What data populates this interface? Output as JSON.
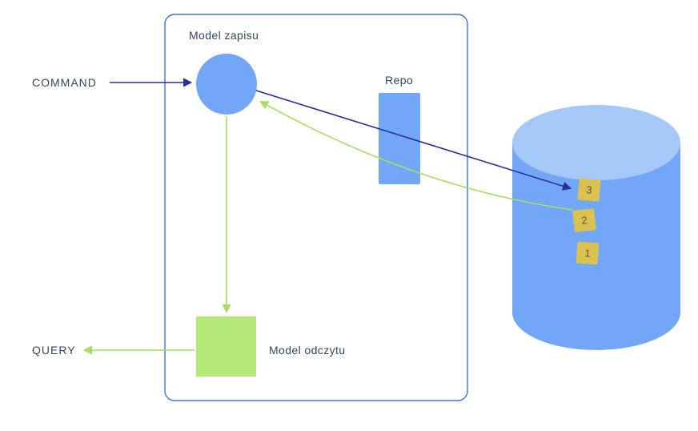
{
  "diagram": {
    "labels": {
      "command": "COMMAND",
      "query": "QUERY",
      "write_model": "Model zapisu",
      "read_model": "Model odczytu",
      "repo": "Repo"
    },
    "event_store": {
      "events": [
        {
          "label": "3"
        },
        {
          "label": "2"
        },
        {
          "label": "1"
        }
      ]
    },
    "colors": {
      "navy_arrow": "#2a2d9c",
      "green_arrow": "#a6de62",
      "shape_blue": "#72a7f7",
      "cylinder_top_blue": "#a6c8f9",
      "read_model_green": "#b4e878",
      "event_card_yellow": "#dbc14f",
      "container_border": "#3d72dd",
      "label_text": "#33475b"
    }
  }
}
